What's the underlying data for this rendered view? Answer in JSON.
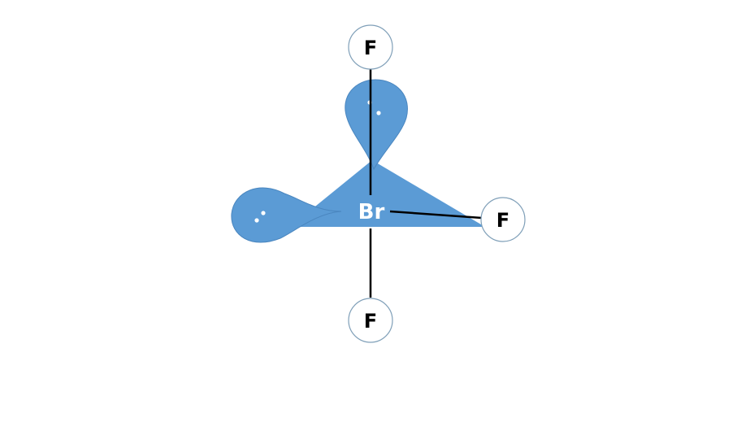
{
  "molecule": {
    "central_atom": "Br",
    "atoms": {
      "top": "F",
      "right": "F",
      "bottom": "F"
    }
  },
  "colors": {
    "lobe_fill": "#5b9bd5",
    "lobe_stroke": "#4a86bf",
    "bond": "#000000",
    "atom_ring": "#7f9fb8",
    "atom_fill": "#ffffff",
    "label": "#000000",
    "central_label": "#ffffff",
    "electron": "#ffffff"
  }
}
